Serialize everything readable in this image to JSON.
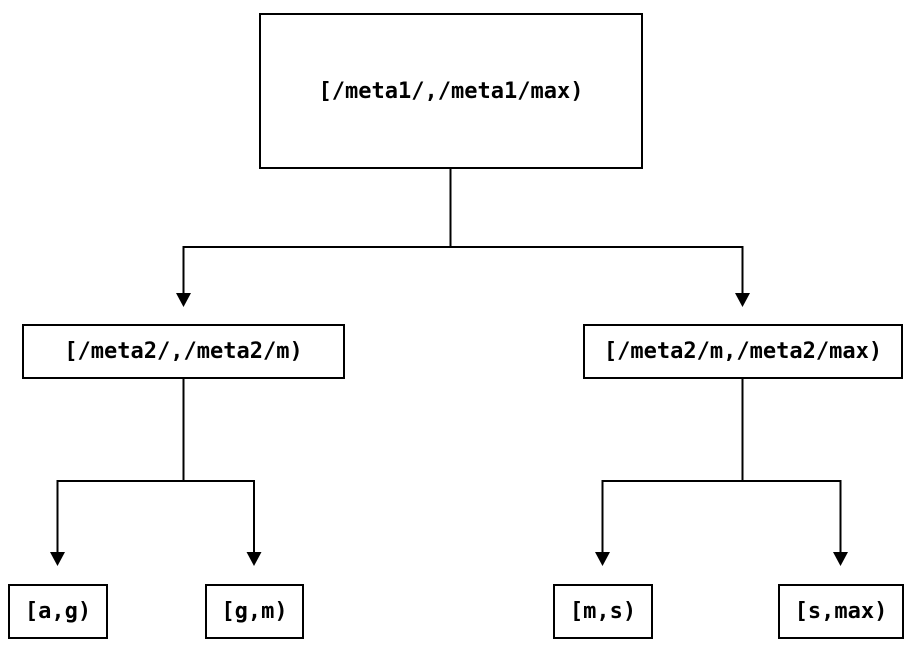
{
  "diagram": {
    "type": "tree",
    "background_color": "#ffffff",
    "line_color": "#000000",
    "box_border_color": "#000000",
    "box_fill_color": "#ffffff",
    "text_color": "#000000",
    "nodes": {
      "root": {
        "label": "[/meta1/,/meta1/max)"
      },
      "left_child": {
        "label": "[/meta2/,/meta2/m)"
      },
      "right_child": {
        "label": "[/meta2/m,/meta2/max)"
      },
      "leaf_ag": {
        "label": "[a,g)"
      },
      "leaf_gm": {
        "label": "[g,m)"
      },
      "leaf_ms": {
        "label": "[m,s)"
      },
      "leaf_smax": {
        "label": "[s,max)"
      }
    },
    "edges": [
      {
        "from": "root",
        "to": "left_child"
      },
      {
        "from": "root",
        "to": "right_child"
      },
      {
        "from": "left_child",
        "to": "leaf_ag"
      },
      {
        "from": "left_child",
        "to": "leaf_gm"
      },
      {
        "from": "right_child",
        "to": "leaf_ms"
      },
      {
        "from": "right_child",
        "to": "leaf_smax"
      }
    ]
  }
}
